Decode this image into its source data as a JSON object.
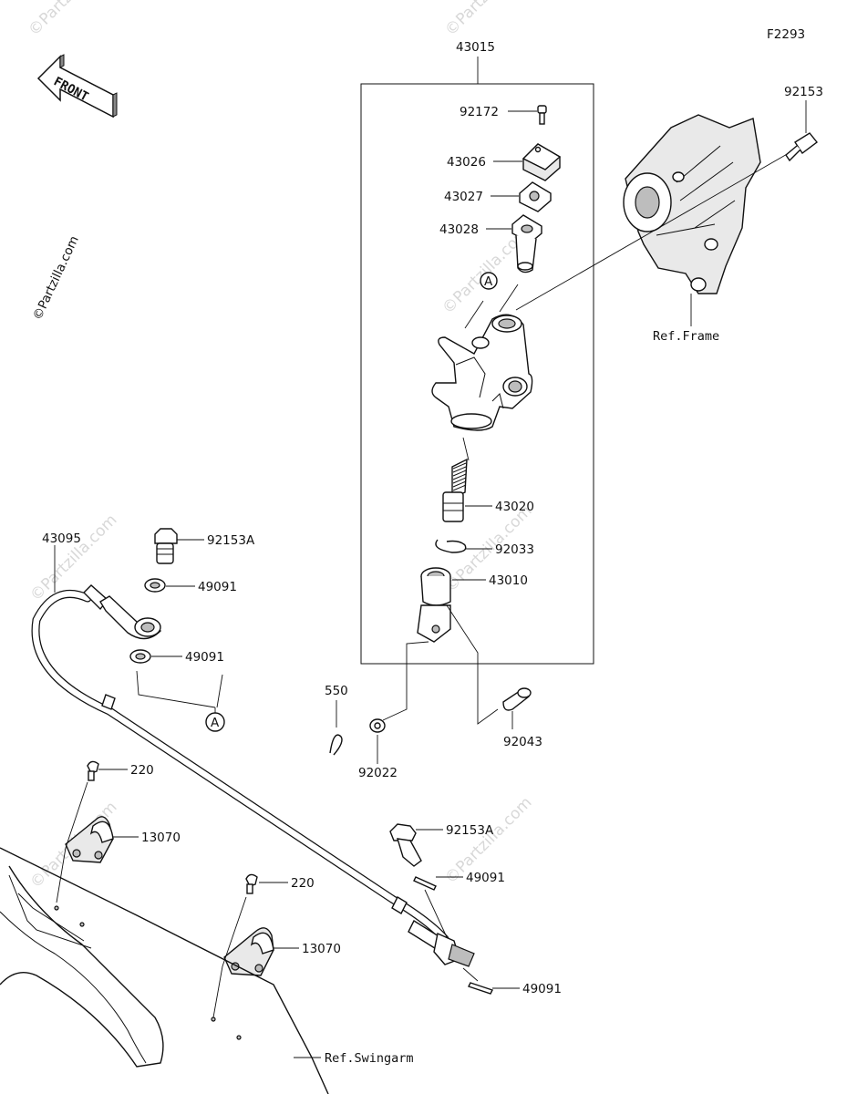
{
  "diagram_code": "F2293",
  "copyright": "©Partzilla.com",
  "watermark": "©Partzilla.com",
  "front_label": "FRONT",
  "callout_a": "A",
  "refs": {
    "frame": "Ref.Frame",
    "swingarm": "Ref.Swingarm"
  },
  "parts": {
    "p43015": "43015",
    "p92172": "92172",
    "p43026": "43026",
    "p43027": "43027",
    "p43028": "43028",
    "p43020": "43020",
    "p92033": "92033",
    "p43010": "43010",
    "p550": "550",
    "p92022": "92022",
    "p92043": "92043",
    "p92153": "92153",
    "p43095": "43095",
    "p92153A_top": "92153A",
    "p49091_a": "49091",
    "p49091_b": "49091",
    "p220_a": "220",
    "p13070_a": "13070",
    "p220_b": "220",
    "p13070_b": "13070",
    "p92153A_bottom": "92153A",
    "p49091_c": "49091",
    "p49091_d": "49091"
  }
}
